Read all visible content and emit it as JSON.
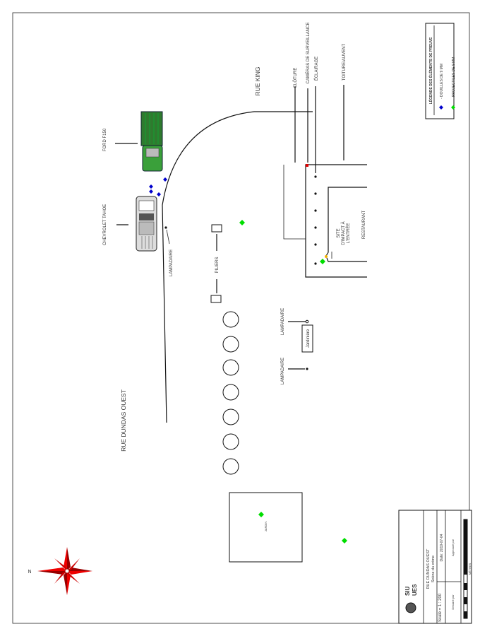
{
  "diagram": {
    "streets": {
      "king": "RUE KING",
      "dundas": "RUE DUNDAS OUEST"
    },
    "vehicles": {
      "ford": "FORD F150",
      "tahoe": "CHEVROLET TAHOE"
    },
    "labels": {
      "lamp_1": "LAMPADAIRE",
      "lamp_2": "LAMPADAIRE",
      "lamp_3": "LAMPADAIRE",
      "pillars": "PILIERS",
      "planter": "Jardinière",
      "impact_line1": "SITE",
      "impact_line2": "D'IMPACT À",
      "impact_line3": "L'ENTRÉE",
      "restaurant": "RESTAURANT",
      "garden": "JARDIN",
      "fence": "CLÔTURE",
      "cameras": "CAMÉRAS DE SURVEILLANCE",
      "lighting": "ÉCLAIRAGE",
      "roof": "TOITURE/AUVENT"
    },
    "compass": {
      "north": "N"
    }
  },
  "legend": {
    "title": "LÉGENDE DES ÉLÉMENTS DE PREUVE",
    "items": [
      {
        "label": "- DOUILLES DE 9 MM",
        "color": "#0000cc"
      },
      {
        "label": "- PROJECTILES DE 9 MM",
        "color": "#00dd00"
      }
    ]
  },
  "title_block": {
    "org_line1": "SIU",
    "org_line2": "UES",
    "location": "RUE DUNDAS OUEST",
    "subtitle": "Scène du crime",
    "date": "Date: 2019-07-04",
    "drawn_by": "Dessiné par",
    "approved_by": "Approuvé par",
    "scale": "Scale = 1 : 200",
    "units": "MÈTRES"
  },
  "colors": {
    "evidence_red": "#e00000",
    "impact_orange": "#f0b000",
    "truck_green": "#2f8a2f"
  }
}
